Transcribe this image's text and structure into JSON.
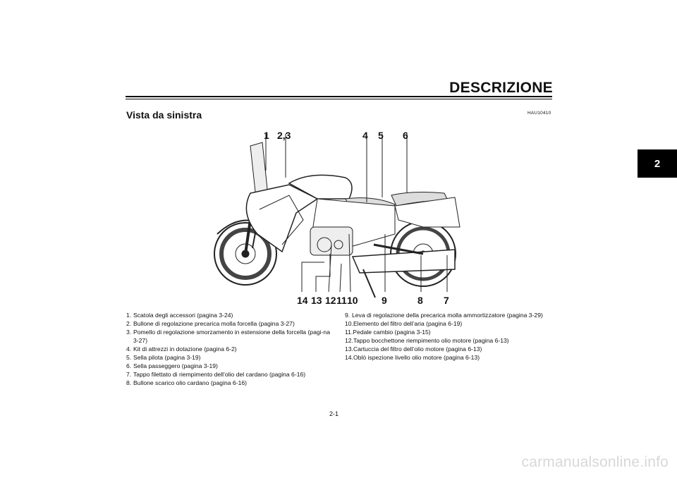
{
  "header": {
    "title": "DESCRIZIONE"
  },
  "side_tab": {
    "label": "2"
  },
  "section": {
    "title": "Vista da sinistra",
    "code": "HAU10410"
  },
  "callouts": {
    "c1": "1",
    "c23": "2,3",
    "c4": "4",
    "c5": "5",
    "c6": "6",
    "c14": "14",
    "c13": "13",
    "c12": "12",
    "c11": "11",
    "c10": "10",
    "c9": "9",
    "c8": "8",
    "c7": "7"
  },
  "legend": {
    "left": [
      {
        "num": "1.",
        "text": "Scatola degli accessori (pagina 3-24)"
      },
      {
        "num": "2.",
        "text": "Bullone di regolazione precarica molla forcella (pagina 3-27)"
      },
      {
        "num": "3.",
        "text": "Pomello di regolazione smorzamento in estensione della forcella (pagi-na 3-27)"
      },
      {
        "num": "4.",
        "text": "Kit di attrezzi in dotazione (pagina 6-2)"
      },
      {
        "num": "5.",
        "text": "Sella pilota (pagina 3-19)"
      },
      {
        "num": "6.",
        "text": "Sella passeggero (pagina 3-19)"
      },
      {
        "num": "7.",
        "text": "Tappo filettato di riempimento dell’olio del cardano (pagina 6-16)"
      },
      {
        "num": "8.",
        "text": "Bullone scarico olio cardano (pagina 6-16)"
      }
    ],
    "right": [
      {
        "num": "9.",
        "text": "Leva di regolazione della precarica molla ammortizzatore (pagina 3-29)"
      },
      {
        "text": "10.Elemento del filtro dell’aria (pagina 6-19)"
      },
      {
        "text": "11.Pedale cambio (pagina 3-15)"
      },
      {
        "text": "12.Tappo bocchettone riempimento olio motore (pagina 6-13)"
      },
      {
        "text": "13.Cartuccia del filtro dell’olio motore (pagina 6-13)"
      },
      {
        "text": "14.Oblò ispezione livello olio motore (pagina 6-13)"
      }
    ]
  },
  "page_number": "2-1",
  "watermark": "carmanualsonline.info"
}
